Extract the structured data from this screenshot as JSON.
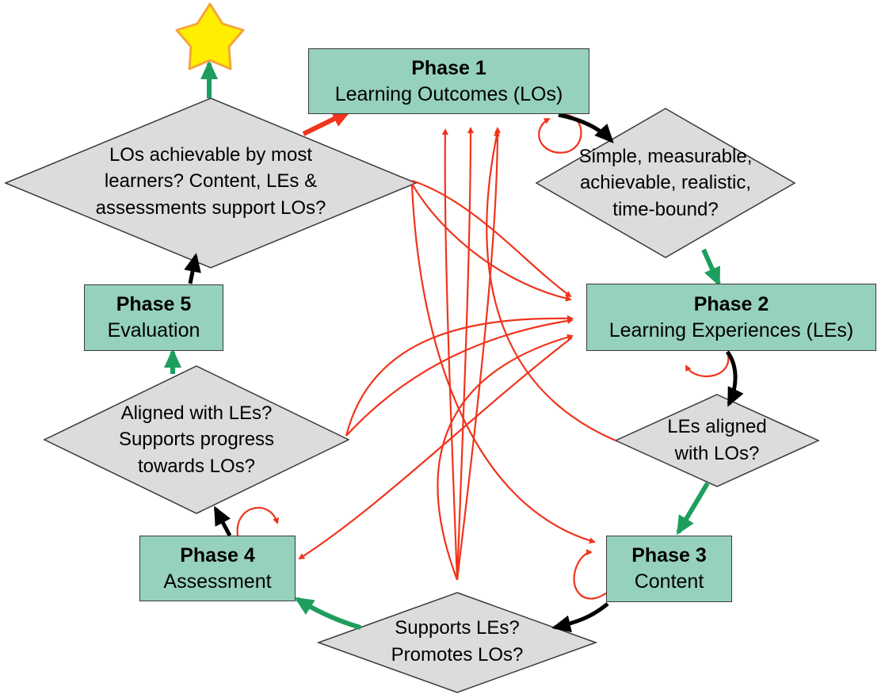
{
  "phases": {
    "p1": {
      "title": "Phase 1",
      "subtitle": "Learning Outcomes (LOs)"
    },
    "p2": {
      "title": "Phase 2",
      "subtitle": "Learning Experiences (LEs)"
    },
    "p3": {
      "title": "Phase 3",
      "subtitle": "Content"
    },
    "p4": {
      "title": "Phase 4",
      "subtitle": "Assessment"
    },
    "p5": {
      "title": "Phase 5",
      "subtitle": "Evaluation"
    }
  },
  "decisions": {
    "d1": "Simple, measurable,\nachievable, realistic,\ntime-bound?",
    "d2": "LEs aligned\nwith LOs?",
    "d3": "Supports LEs?\nPromotes LOs?",
    "d4": "Aligned with LEs?\nSupports progress\ntowards LOs?",
    "d5": "LOs achievable by most\nlearners? Content, LEs &\nassessments support LOs?"
  },
  "colors": {
    "phase_fill": "#96d1bb",
    "decision_fill": "#dcdcdc",
    "forward_arrow": "#000000",
    "pass_arrow": "#1e9e5e",
    "feedback_arrow": "#f0341c",
    "star_fill": "#ffee00",
    "star_outline": "#f3a63c"
  },
  "icons": {
    "goal": "star-icon"
  }
}
